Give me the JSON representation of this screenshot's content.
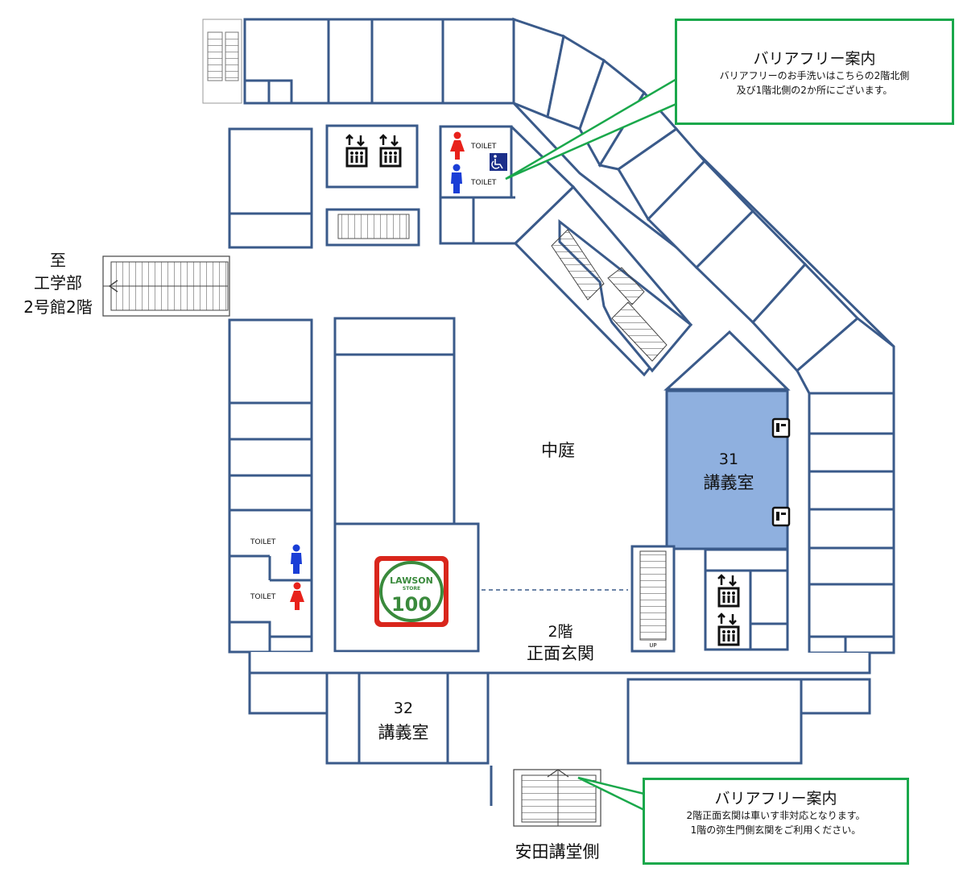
{
  "labels": {
    "courtyard": "中庭",
    "room31_num": "31",
    "room31_name": "講義室",
    "room32_num": "32",
    "room32_name": "講義室",
    "entrance_floor": "2階",
    "entrance_name": "正面玄関",
    "to_line1": "至",
    "to_line2": "工学部",
    "to_line3": "2号館2階",
    "yasuda": "安田講堂側",
    "toilet": "TOILET",
    "up": "UP"
  },
  "callout_top": {
    "title": "バリアフリー案内",
    "line1": "バリアフリーのお手洗いはこちらの2階北側",
    "line2": "及び1階北側の2か所にございます。"
  },
  "callout_bottom": {
    "title": "バリアフリー案内",
    "line1": "2階正面玄関は車いす非対応となります。",
    "line2": "1階の弥生門側玄関をご利用ください。"
  },
  "store_logo": {
    "brand": "LAWSON",
    "sub": "STORE",
    "num": "100"
  },
  "colors": {
    "wall": "#3a5a8a",
    "highlight_room": "#8fb0df",
    "callout_border": "#1aa84b",
    "female": "#e8221b",
    "male": "#1a3ed6",
    "accessible": "#1c2f8a",
    "store_red": "#d9261c",
    "store_green": "#3a8a3c"
  },
  "icons": [
    "elevator-icon",
    "female-toilet-icon",
    "male-toilet-icon",
    "wheelchair-icon",
    "intercom-icon",
    "stairs-icon",
    "store-logo"
  ]
}
